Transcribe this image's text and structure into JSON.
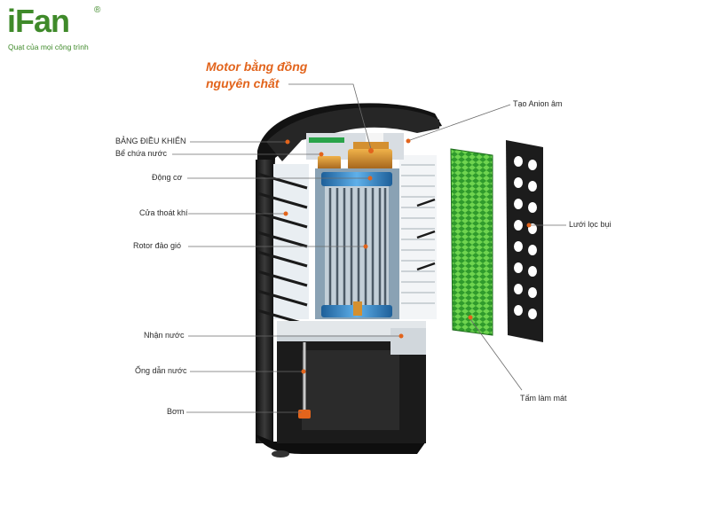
{
  "brand": {
    "name": "iFan",
    "registered_mark": "®",
    "tagline": "Quạt của mọi công trình",
    "color": "#3f8a2a"
  },
  "diagram": {
    "motor_label_line1": "Motor bằng đồng",
    "motor_label_line2": "nguyên chất",
    "left_labels": [
      "BẢNG ĐIỀU KHIỂN",
      "Bể chứa nước",
      "Động cơ",
      "Cửa thoát khí",
      "Rotor đảo gió",
      "Nhận nước",
      "Ống dẫn nước",
      "Bơm"
    ],
    "right_labels": [
      "Tạo Anion âm",
      "Lưới lọc bụi",
      "Tấm làm mát"
    ],
    "accent_color": "#e2641c",
    "body_color": "#1c1c1c",
    "rotor_color": "#2f86c8",
    "pad_color": "#3fb23a"
  }
}
